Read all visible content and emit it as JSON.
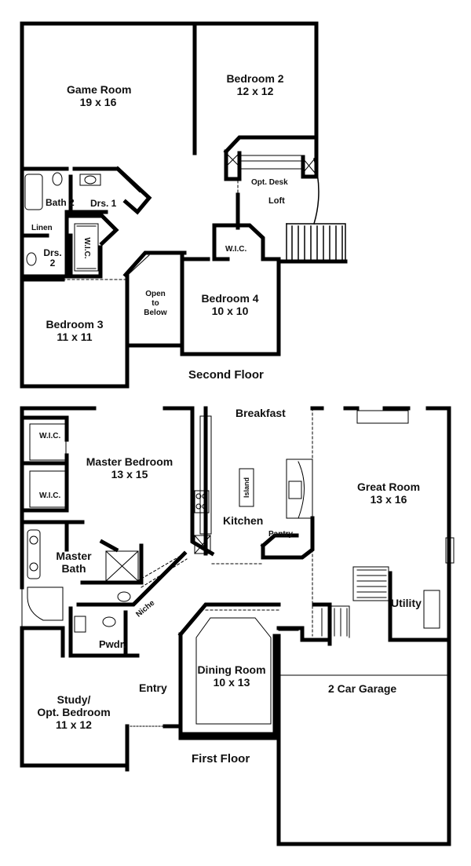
{
  "second_floor": {
    "title": "Second Floor",
    "rooms": {
      "game_room": {
        "name": "Game Room",
        "size": "19 x 16"
      },
      "bedroom2": {
        "name": "Bedroom 2",
        "size": "12 x 12"
      },
      "bath2": {
        "name": "Bath 2"
      },
      "drs1": {
        "name": "Drs. 1"
      },
      "linen": {
        "name": "Linen"
      },
      "drs2": {
        "name": "Drs.",
        "line2": "2"
      },
      "wic_vertical": {
        "name": "W.I.C."
      },
      "opt_desk": {
        "name": "Opt. Desk"
      },
      "loft": {
        "name": "Loft"
      },
      "wic": {
        "name": "W.I.C."
      },
      "open_below": {
        "l1": "Open",
        "l2": "to",
        "l3": "Below"
      },
      "bedroom4": {
        "name": "Bedroom 4",
        "size": "10 x 10"
      },
      "bedroom3": {
        "name": "Bedroom 3",
        "size": "11 x 11"
      }
    }
  },
  "first_floor": {
    "title": "First Floor",
    "rooms": {
      "breakfast": {
        "name": "Breakfast"
      },
      "wic1": {
        "name": "W.I.C."
      },
      "wic2": {
        "name": "W.I.C."
      },
      "master_bedroom": {
        "name": "Master Bedroom",
        "size": "13 x 15"
      },
      "island": {
        "name": "Island"
      },
      "kitchen": {
        "name": "Kitchen"
      },
      "pantry": {
        "name": "Pantry"
      },
      "great_room": {
        "name": "Great Room",
        "size": "13 x 16"
      },
      "master_bath": {
        "name": "Master",
        "line2": "Bath"
      },
      "niche": {
        "name": "Niche"
      },
      "utility": {
        "name": "Utility"
      },
      "pwdr": {
        "name": "Pwdr."
      },
      "dining_room": {
        "name": "Dining Room",
        "size": "10 x 13"
      },
      "entry": {
        "name": "Entry"
      },
      "garage": {
        "name": "2 Car Garage"
      },
      "study": {
        "name": "Study/",
        "line2": "Opt. Bedroom",
        "size": "11 x 12"
      }
    }
  }
}
